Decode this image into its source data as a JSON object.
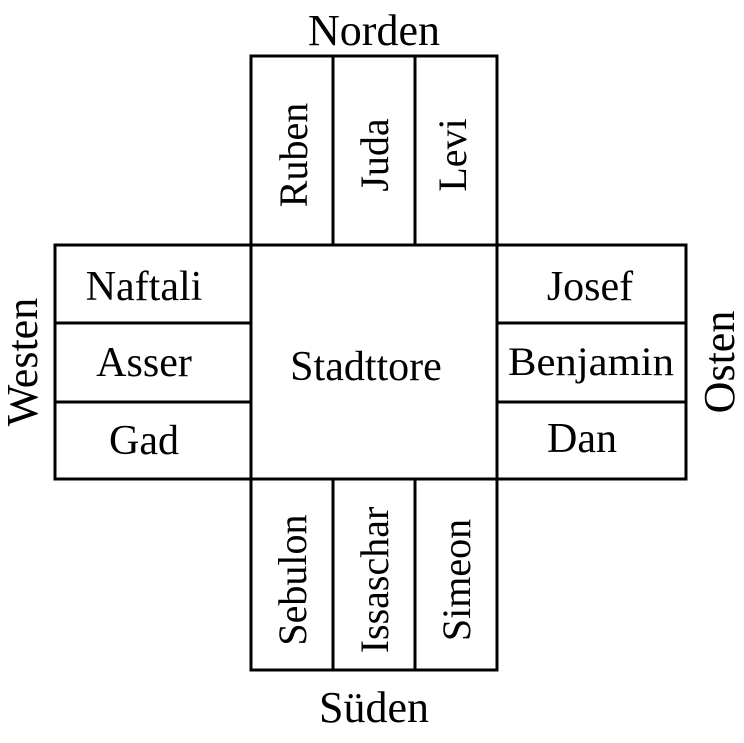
{
  "directions": {
    "north": "Norden",
    "south": "Süden",
    "west": "Westen",
    "east": "Osten"
  },
  "center": "Stadttore",
  "north_gates": [
    "Ruben",
    "Juda",
    "Levi"
  ],
  "south_gates": [
    "Sebulon",
    "Issaschar",
    "Simeon"
  ],
  "west_gates": [
    "Naftali",
    "Asser",
    "Gad"
  ],
  "east_gates": [
    "Josef",
    "Benjamin",
    "Dan"
  ],
  "colors": {
    "line": "#000000",
    "background": "#ffffff"
  }
}
